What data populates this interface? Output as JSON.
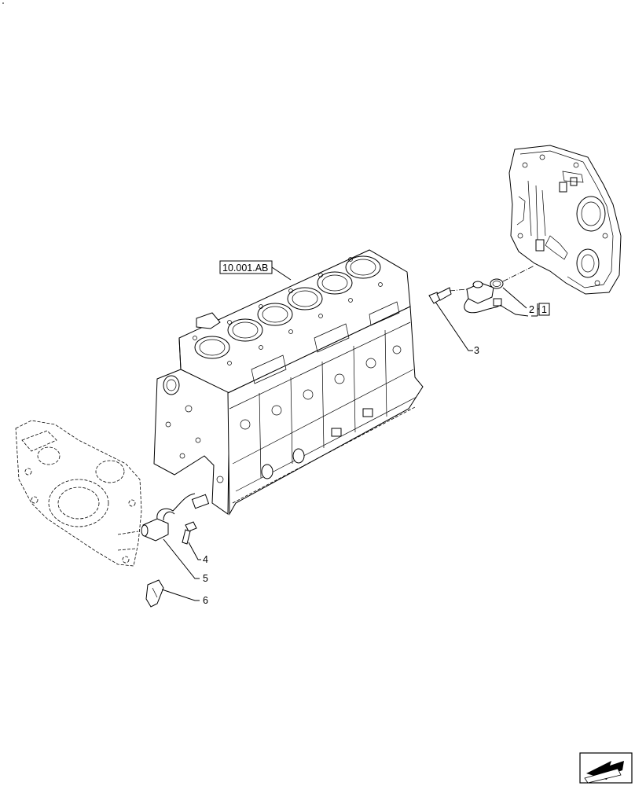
{
  "reference_label": "10.001.AB",
  "callouts": {
    "c1": "1",
    "c2": "2",
    "c3": "3",
    "c4": "4",
    "c5": "5",
    "c6": "6"
  },
  "icons": {
    "nav": "next-page-arrow-icon"
  }
}
